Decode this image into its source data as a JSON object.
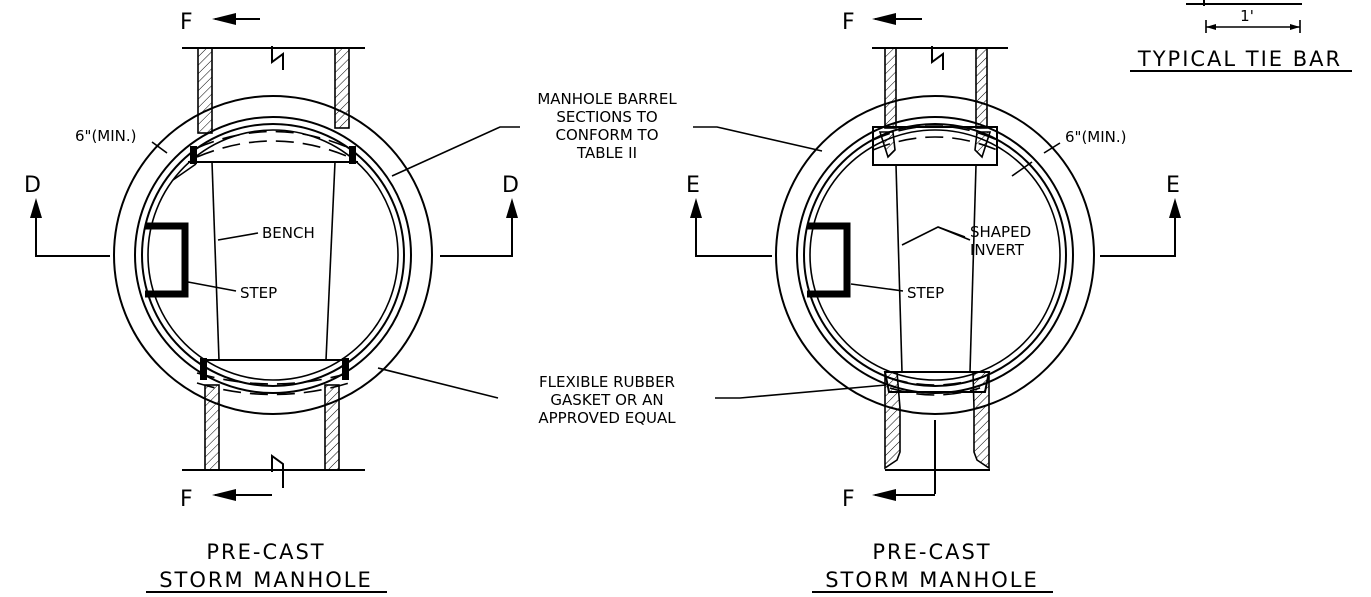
{
  "labels": {
    "barrel_note": [
      "MANHOLE BARREL",
      "SECTIONS TO",
      "CONFORM TO",
      "TABLE II"
    ],
    "gasket_note": [
      "FLEXIBLE RUBBER",
      "GASKET OR AN",
      "APPROVED EQUAL"
    ],
    "min_wall": "6\"(MIN.)",
    "bench": "BENCH",
    "step": "STEP",
    "shaped_invert": [
      "SHAPED",
      "INVERT"
    ],
    "tie_bar_dim": "1'",
    "tie_bar_title": "TYPICAL TIE BAR"
  },
  "section_marks": {
    "left_left": "D",
    "left_right": "D",
    "left_top": "F",
    "left_bottom": "F",
    "right_left": "E",
    "right_right": "E",
    "right_top": "F",
    "right_bottom": "F"
  },
  "titles": {
    "left": {
      "line1": "PRE-CAST",
      "line2": "STORM MANHOLE"
    },
    "right": {
      "line1": "PRE-CAST",
      "line2": "STORM MANHOLE"
    }
  }
}
